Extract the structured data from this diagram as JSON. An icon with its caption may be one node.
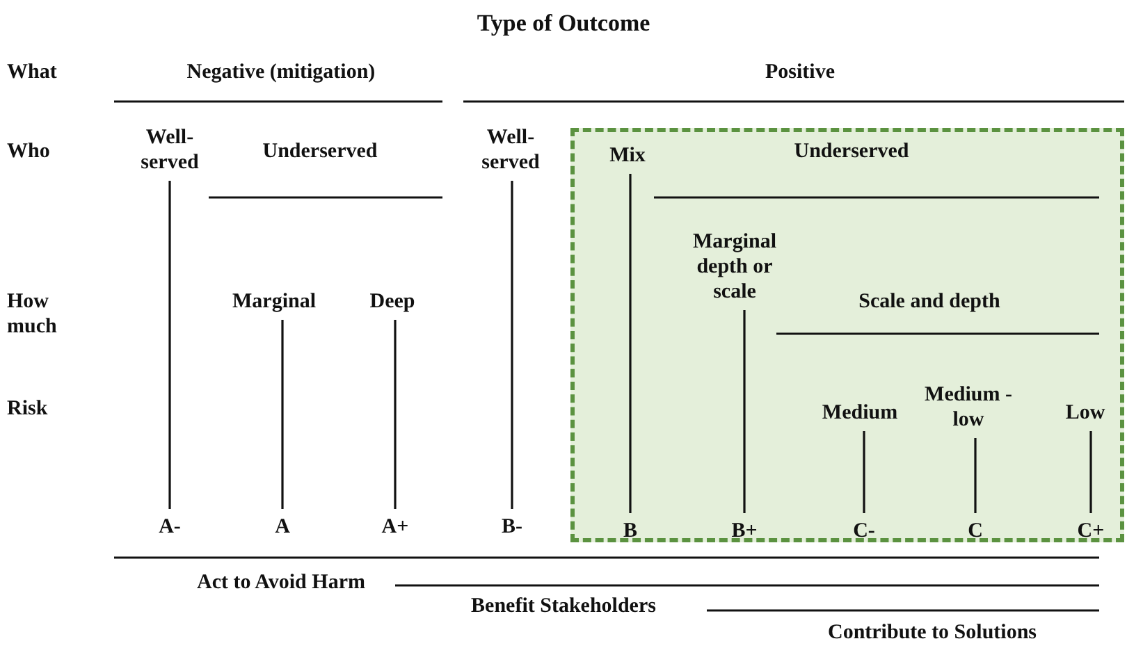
{
  "diagram": {
    "title": "Type of Outcome",
    "nodes": [
      {
        "text": [],
        "shape": "box"
      },
      {
        "text": [
          "Well- served"
        ]
      },
      {
        "text": [
          "Well- served"
        ]
      },
      {
        "text": [
          "Mix"
        ],
        "in": 0
      },
      {
        "text": [
          "Marginal"
        ]
      },
      {
        "text": [
          "Deep"
        ]
      },
      {
        "text": [
          "Marginal depth or scale"
        ],
        "in": 0
      },
      {
        "text": [
          "Medium"
        ],
        "in": 0
      },
      {
        "text": [
          "Medium -low"
        ],
        "in": 0
      },
      {
        "text": [
          "Low"
        ],
        "in": 0
      },
      {
        "text": [
          "A-"
        ]
      },
      {
        "text": [
          "A"
        ]
      },
      {
        "text": [
          "A+"
        ]
      },
      {
        "text": [
          "B-"
        ]
      },
      {
        "text": [
          "B"
        ],
        "in": 0
      },
      {
        "text": [
          "B+"
        ],
        "in": 0
      },
      {
        "text": [
          "C-"
        ],
        "in": 0
      },
      {
        "text": [
          "C"
        ],
        "in": 0
      },
      {
        "text": [
          "C+"
        ],
        "in": 0
      }
    ],
    "edges": [
      {
        "from": 1,
        "to": 10,
        "arrow": "none"
      },
      {
        "from": 4,
        "to": 11,
        "arrow": "none"
      },
      {
        "from": 5,
        "to": 12,
        "arrow": "none"
      },
      {
        "from": 2,
        "to": 13,
        "arrow": "none"
      },
      {
        "from": 3,
        "to": 14,
        "arrow": "none"
      },
      {
        "from": 6,
        "to": 15,
        "arrow": "none"
      },
      {
        "from": 7,
        "to": 16,
        "arrow": "none"
      },
      {
        "from": 8,
        "to": 17,
        "arrow": "none"
      },
      {
        "from": 9,
        "to": 18,
        "arrow": "none"
      }
    ],
    "labels": [
      "What",
      "Negative (mitigation)",
      "Positive",
      "Who",
      "Underserved",
      "Underserved",
      "How much",
      "Scale and depth",
      "Risk",
      "Act to Avoid Harm",
      "Benefit Stakeholders",
      "Contribute to Solutions"
    ]
  }
}
